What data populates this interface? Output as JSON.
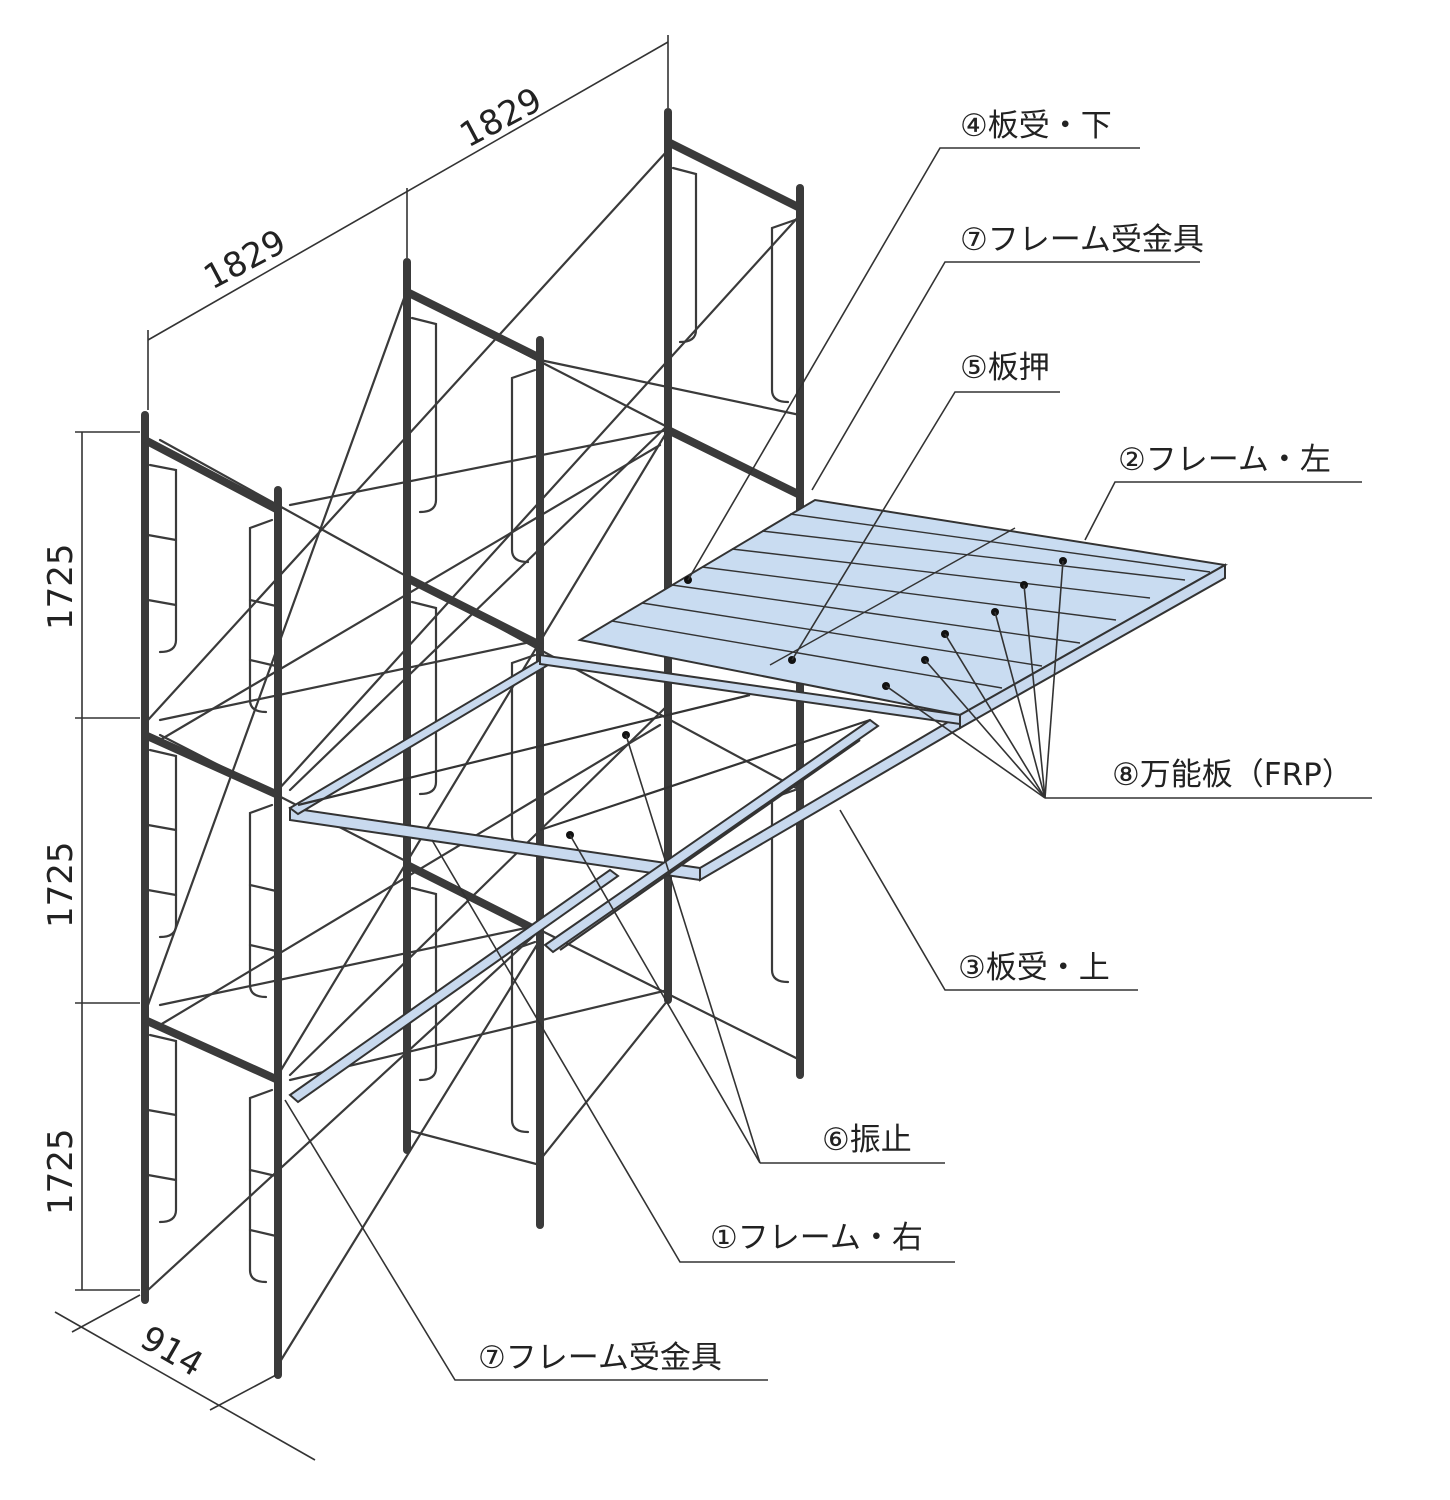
{
  "dimensions": {
    "width_top": "1829",
    "width_mid": "1829",
    "height_1": "1725",
    "height_2": "1725",
    "height_3": "1725",
    "depth": "914"
  },
  "labels": {
    "board_receiver_lower": "④板受・下",
    "frame_bracket_top": "⑦フレーム受金具",
    "board_holder": "⑤板押",
    "frame_left": "②フレーム・左",
    "universal_board": "⑧万能板（FRP）",
    "board_receiver_upper": "③板受・上",
    "sway_stopper": "⑥振止",
    "frame_right": "①フレーム・右",
    "frame_bracket_bottom": "⑦フレーム受金具"
  },
  "colors": {
    "steel": "#3a3a3a",
    "member_fill": "#c8d9ee",
    "deck_fill": "#c9dcf1"
  }
}
